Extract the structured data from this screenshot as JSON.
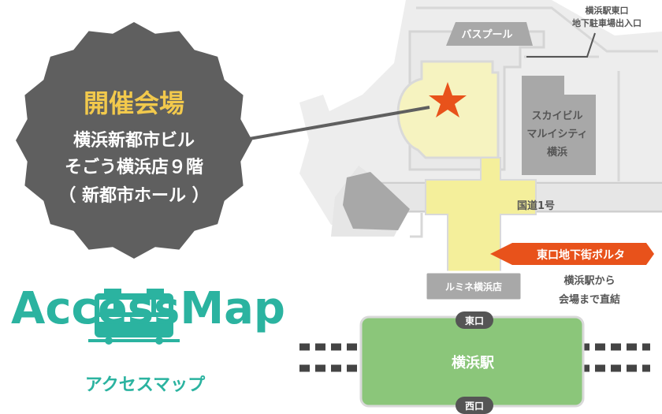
{
  "venue": {
    "heading": "開催会場",
    "line1": "横浜新都市ビル",
    "line2": "そごう横浜店９階",
    "line3": "（ 新都市ホール ）"
  },
  "title": {
    "main": "AccessMap",
    "sub": "アクセスマップ"
  },
  "map_labels": {
    "bus_pool": "バスプール",
    "parking_line1": "横浜駅東口",
    "parking_line2": "地下駐車場出入口",
    "sky_line1": "スカイビル",
    "sky_line2": "マルイシティ",
    "sky_line3": "横浜",
    "route1": "国道1号",
    "porta": "東口地下街ポルタ",
    "note_line1": "横浜駅から",
    "note_line2": "会場まで直結",
    "lumine": "ルミネ横浜店",
    "east_exit": "東口",
    "station": "横浜駅",
    "west_exit": "西口"
  },
  "colors": {
    "accent_orange": "#e8521b",
    "teal": "#2bb3a0",
    "station_green": "#8bc67a",
    "passage_yellow": "#f4ef9b",
    "badge_gray": "#5f5f5f",
    "building_gray": "#a8a8a8",
    "heading_yellow": "#f2c94c"
  },
  "icons": [
    "star-icon",
    "train-icon",
    "arrow-left-icon"
  ]
}
